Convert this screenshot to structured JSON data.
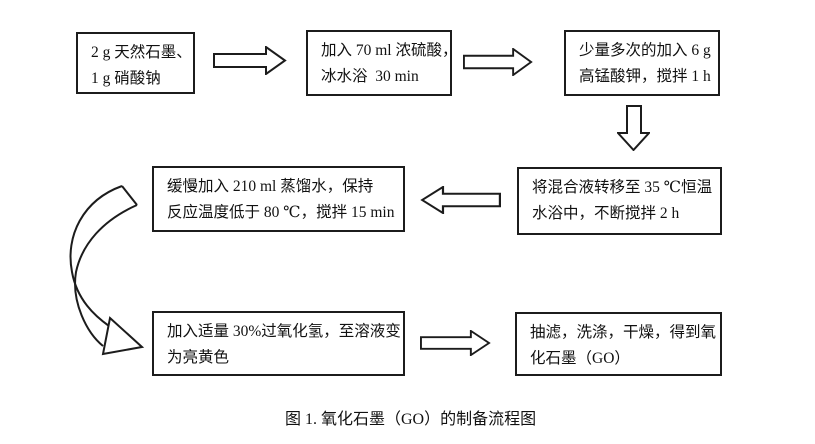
{
  "figure": {
    "caption": "图 1. 氧化石墨（GO）的制备流程图"
  },
  "colors": {
    "background": "#ffffff",
    "line": "#1c1c1c",
    "text": "#111111"
  },
  "flowchart": {
    "steps": [
      {
        "id": "raw-materials",
        "line1": "2 g 天然石墨、",
        "line2": "1 g 硝酸钠"
      },
      {
        "id": "add-sulfuric-acid",
        "line1": "加入 70 ml 浓硫酸，",
        "line2": "冰水浴  30 min"
      },
      {
        "id": "add-permanganate",
        "line1": "少量多次的加入 6 g",
        "line2": "高锰酸钾，搅拌 1 h"
      },
      {
        "id": "warm-water-bath",
        "line1": "将混合液转移至 35 ℃恒温",
        "line2": "水浴中，不断搅拌 2 h"
      },
      {
        "id": "add-distilled-water",
        "line1": "缓慢加入 210 ml 蒸馏水，保持",
        "line2": "反应温度低于 80 ℃，搅拌 15 min"
      },
      {
        "id": "add-peroxide",
        "line1": "加入适量 30%过氧化氢，至溶液变",
        "line2": "为亮黄色"
      },
      {
        "id": "filter-wash-dry",
        "line1": "抽滤，洗涤，干燥，得到氧",
        "line2": "化石墨（GO）"
      }
    ],
    "connectors": [
      {
        "from": "raw-materials",
        "to": "add-sulfuric-acid",
        "shape": "block-arrow",
        "direction": "right"
      },
      {
        "from": "add-sulfuric-acid",
        "to": "add-permanganate",
        "shape": "block-arrow",
        "direction": "right"
      },
      {
        "from": "add-permanganate",
        "to": "warm-water-bath",
        "shape": "block-arrow",
        "direction": "down"
      },
      {
        "from": "warm-water-bath",
        "to": "add-distilled-water",
        "shape": "block-arrow",
        "direction": "left"
      },
      {
        "from": "add-distilled-water",
        "to": "add-peroxide",
        "shape": "curved-arrow",
        "direction": "down"
      },
      {
        "from": "add-peroxide",
        "to": "filter-wash-dry",
        "shape": "block-arrow",
        "direction": "right"
      }
    ]
  }
}
